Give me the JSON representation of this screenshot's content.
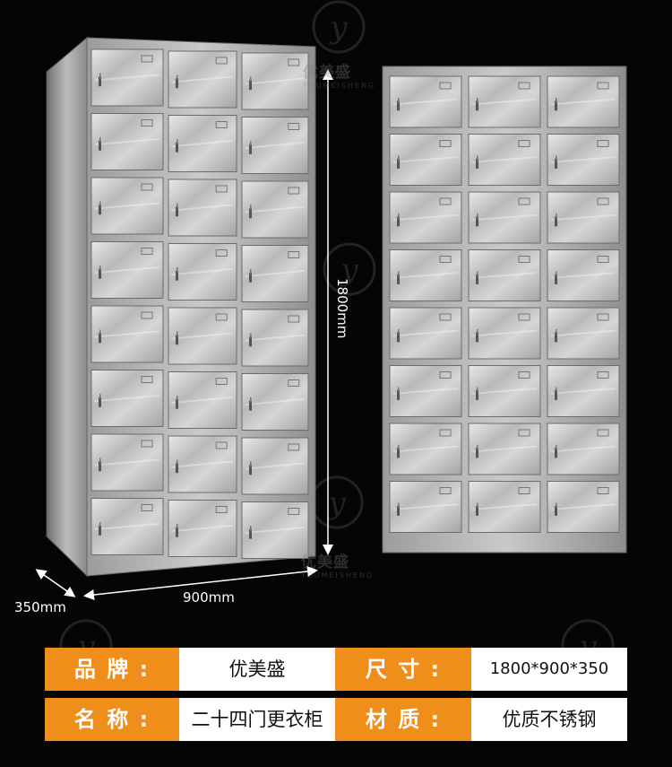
{
  "watermark": {
    "brand": "优美盛",
    "sub": "YOUMEISHENG",
    "icon": "y-circle-logo"
  },
  "dimensions": {
    "height": "1800mm",
    "width": "900mm",
    "depth": "350mm"
  },
  "product": {
    "cabinet_rows": 8,
    "cabinet_columns": 3
  },
  "specs": [
    {
      "label": "品 牌 :",
      "value": "优美盛",
      "label2": "尺 寸 :",
      "value2": "1800*900*350"
    },
    {
      "label": "名 称 :",
      "value": "二十四门更衣柜",
      "label2": "材 质 :",
      "value2": "优质不锈钢"
    }
  ],
  "colors": {
    "accent": "#f08e1c",
    "background": "#050505",
    "steel": "#c8c8c8"
  }
}
